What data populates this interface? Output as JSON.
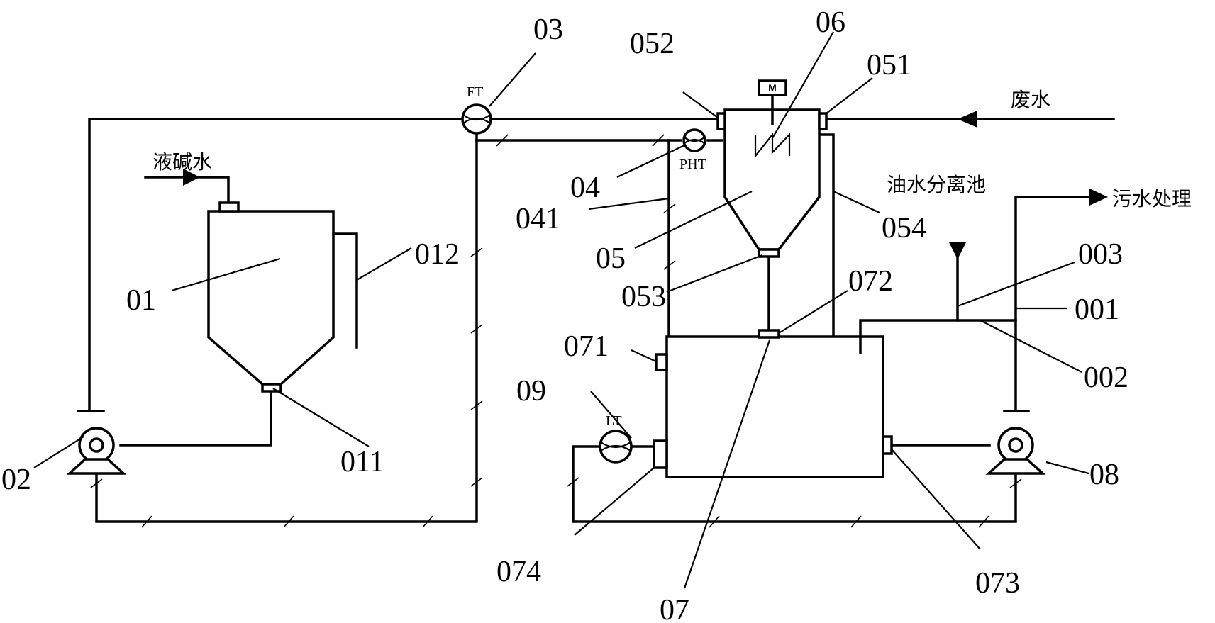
{
  "stream_labels": {
    "alkali_water": "液碱水",
    "waste_water": "废水",
    "oil_water_separator": "油水分离池",
    "sewage_treatment": "污水处理"
  },
  "instrument_labels": {
    "flow_transmitter": "FT",
    "ph_transmitter": "PHT",
    "level_transmitter": "LT",
    "motor": "M"
  },
  "part_numbers": {
    "n01": "01",
    "n011": "011",
    "n012": "012",
    "n02": "02",
    "n03": "03",
    "n04": "04",
    "n041": "041",
    "n05": "05",
    "n051": "051",
    "n052": "052",
    "n053": "053",
    "n054": "054",
    "n06": "06",
    "n07": "07",
    "n071": "071",
    "n072": "072",
    "n073": "073",
    "n074": "074",
    "n08": "08",
    "n09": "09",
    "n001": "001",
    "n002": "002",
    "n003": "003"
  }
}
